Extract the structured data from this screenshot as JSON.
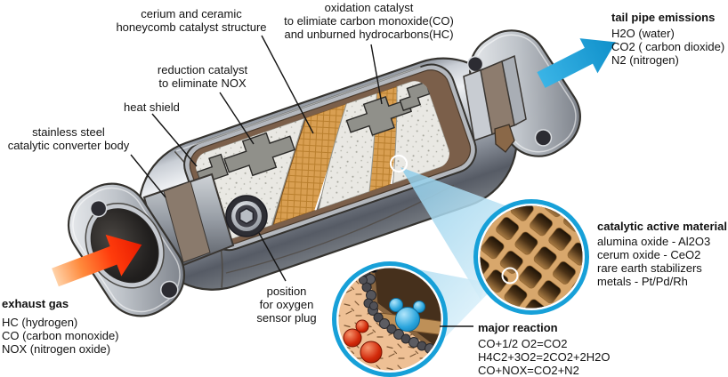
{
  "labels": {
    "cerium": {
      "line1": "cerium and ceramic",
      "line2": "honeycomb catalyst structure"
    },
    "oxidation": {
      "line1": "oxidation catalyst",
      "line2": "to elimiate carbon monoxide(CO)",
      "line3": "and unburned hydrocarbons(HC)"
    },
    "tailpipe": {
      "title": "tail pipe emissions",
      "items": [
        "H2O (water)",
        "CO2 ( carbon dioxide)",
        "N2 (nitrogen)"
      ]
    },
    "reduction": {
      "line1": "reduction catalyst",
      "line2": "to eliminate NOX"
    },
    "heat_shield": "heat shield",
    "stainless": {
      "line1": "stainless steel",
      "line2": "catalytic converter body"
    },
    "exhaust": {
      "title": "exhaust gas",
      "items": [
        "HC (hydrogen)",
        "CO (carbon monoxide)",
        "NOX (nitrogen oxide)"
      ]
    },
    "oxygen_sensor": {
      "line1": "position",
      "line2": "for oxygen",
      "line3": "sensor plug"
    },
    "catalytic_material": {
      "title": "catalytic active material",
      "items": [
        "alumina oxide - Al2O3",
        "cerum oxide - CeO2",
        "rare earth stabilizers",
        "metals - Pt/Pd/Rh"
      ]
    },
    "major_reaction": {
      "title": "major reaction",
      "items": [
        "CO+1/2 O2=CO2",
        "H4C2+3O2=2CO2+2H2O",
        "CO+NOX=CO2+N2"
      ]
    }
  },
  "colors": {
    "accent_blue": "#17a0d8",
    "arrow_red": "#e81c00",
    "honeycomb_tan": "#d8a76c",
    "body_metal": "#aab0b8",
    "catalyst_band": "#d99f52"
  }
}
